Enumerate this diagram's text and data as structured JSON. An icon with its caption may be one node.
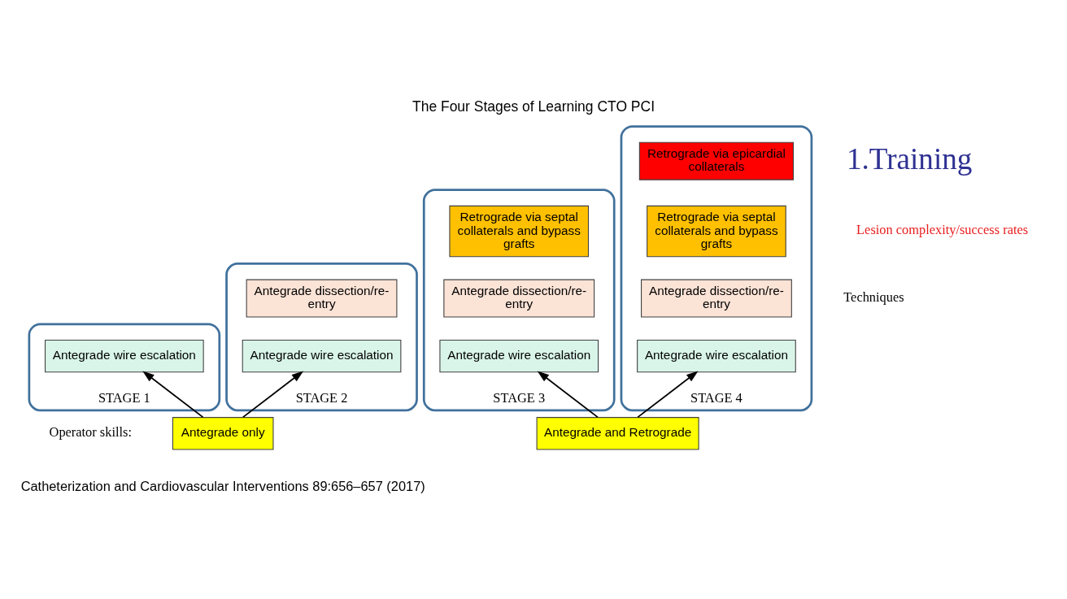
{
  "diagram": {
    "title": "The Four Stages of Learning CTO PCI",
    "caption": "Catheterization and Cardiovascular Interventions 89:656–657 (2017)",
    "nodes": [
      {
        "text": [
          "STAGE 1"
        ]
      },
      {
        "text": [
          "Antegrade wire escalation"
        ],
        "in": 0
      },
      {
        "text": [
          "STAGE 2"
        ]
      },
      {
        "text": [
          "Antegrade dissection/re-entry"
        ],
        "in": 2
      },
      {
        "text": [
          "Antegrade wire escalation"
        ],
        "in": 2
      },
      {
        "text": [
          "STAGE 3"
        ]
      },
      {
        "text": [
          "Retrograde via septal collaterals and bypass grafts"
        ],
        "in": 5
      },
      {
        "text": [
          "Antegrade dissection/re-entry"
        ],
        "in": 5
      },
      {
        "text": [
          "Antegrade wire escalation"
        ],
        "in": 5
      },
      {
        "text": [
          "STAGE 4"
        ]
      },
      {
        "text": [
          "Retrograde via epicardial collaterals"
        ],
        "in": 9
      },
      {
        "text": [
          "Retrograde via septal collaterals and bypass grafts"
        ],
        "in": 9
      },
      {
        "text": [
          "Antegrade dissection/re-entry"
        ],
        "in": 9
      },
      {
        "text": [
          "Antegrade wire escalation"
        ],
        "in": 9
      },
      {
        "text": [
          "Antegrade only"
        ]
      },
      {
        "text": [
          "Antegrade and Retrograde"
        ]
      }
    ],
    "edges": [
      {
        "from": 14,
        "to": 1,
        "arrow": "to"
      },
      {
        "from": 14,
        "to": 4,
        "arrow": "to"
      },
      {
        "from": 15,
        "to": 8,
        "arrow": "to"
      },
      {
        "from": 15,
        "to": 13,
        "arrow": "to"
      }
    ],
    "labels": [
      "1.Training",
      "Lesion complexity/success rates",
      "Techniques",
      "Operator skills:"
    ]
  }
}
